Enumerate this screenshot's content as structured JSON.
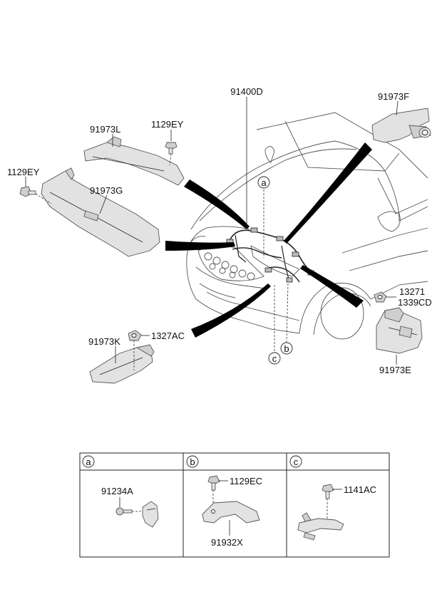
{
  "labels": {
    "main_harness": "91400D",
    "cover_upper_left": "91973L",
    "bolt_top": "1129EY",
    "bolt_left": "1129EY",
    "protector_left": "91973G",
    "protector_top_right": "91973F",
    "nut_right_1": "13271",
    "nut_right_2": "1339CD",
    "protector_right": "91973E",
    "protector_bottom_left": "91973K",
    "nut_bottom_left": "1327AC"
  },
  "callouts": {
    "a": "a",
    "b": "b",
    "c": "c"
  },
  "detail_table": {
    "panels": [
      {
        "letter": "a",
        "parts": [
          "91234A"
        ]
      },
      {
        "letter": "b",
        "parts": [
          "1129EC",
          "91932X"
        ]
      },
      {
        "letter": "c",
        "parts": [
          "1141AC"
        ]
      }
    ]
  }
}
